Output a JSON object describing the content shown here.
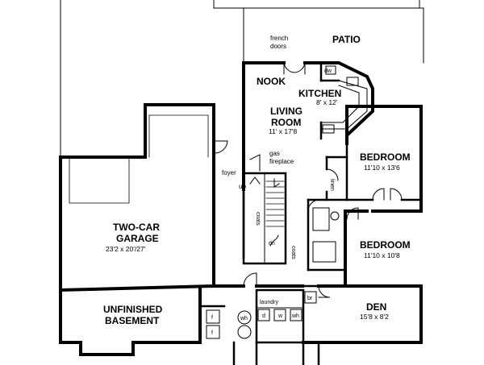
{
  "plan": {
    "rooms": [
      {
        "id": "patio",
        "name": "PATIO",
        "dims": ""
      },
      {
        "id": "nook",
        "name": "NOOK",
        "dims": ""
      },
      {
        "id": "kitchen",
        "name": "KITCHEN",
        "dims": "8' x 12'"
      },
      {
        "id": "living",
        "name_lines": [
          "LIVING",
          "ROOM"
        ],
        "dims": "11' x 17'8"
      },
      {
        "id": "bedroom1",
        "name": "BEDROOM",
        "dims": "11'10 x 13'6"
      },
      {
        "id": "bedroom2",
        "name": "BEDROOM",
        "dims": "11'10 x 10'8"
      },
      {
        "id": "garage",
        "name_lines": [
          "TWO-CAR",
          "GARAGE"
        ],
        "dims": "23'2 x 20'/27'"
      },
      {
        "id": "basement",
        "name_lines": [
          "UNFINISHED",
          "BASEMENT"
        ],
        "dims": ""
      },
      {
        "id": "den",
        "name": "DEN",
        "dims": "15'8 x 8'2"
      }
    ],
    "labels": {
      "french_doors": [
        "french",
        "doors"
      ],
      "dw": "dw",
      "gas_fireplace": [
        "gas",
        "fireplace"
      ],
      "foyer": "foyer",
      "up": "up",
      "dn": "dn",
      "coats_upper": "coats",
      "coats_lower": "coats",
      "linen": "linen",
      "laundry": "laundry",
      "d": "d",
      "w": "w",
      "wh_upper": "wh",
      "wh_lower": "wh",
      "br": "br",
      "f_upper": "f",
      "f_lower": "f"
    }
  }
}
